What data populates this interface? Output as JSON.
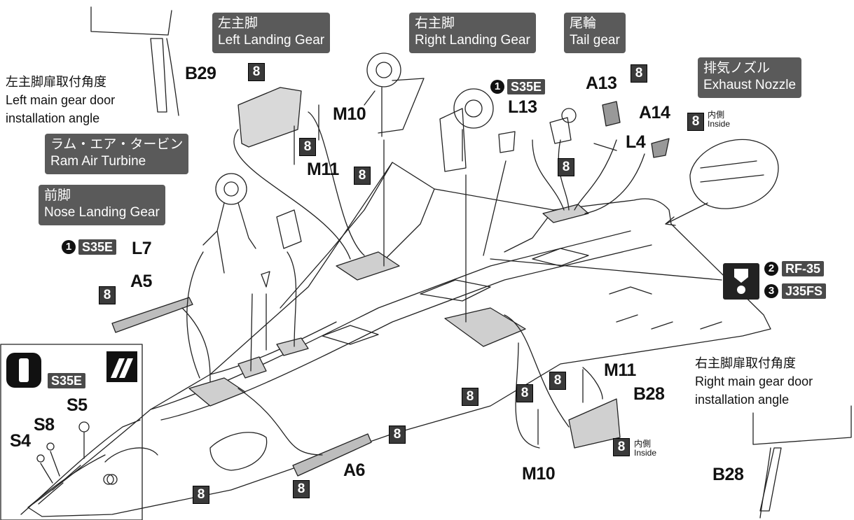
{
  "labels": {
    "left_landing_gear": {
      "jp": "左主脚",
      "en": "Left Landing Gear"
    },
    "right_landing_gear": {
      "jp": "右主脚",
      "en": "Right Landing Gear"
    },
    "tail_gear": {
      "jp": "尾輪",
      "en": "Tail gear"
    },
    "exhaust_nozzle": {
      "jp": "排気ノズル",
      "en": "Exhaust Nozzle"
    },
    "ram_air_turbine": {
      "jp": "ラム・エア・タービン",
      "en": "Ram Air Turbine"
    },
    "nose_landing_gear": {
      "jp": "前脚",
      "en": "Nose Landing Gear"
    }
  },
  "annotations": {
    "left_door_angle": {
      "jp": "左主脚扉取付角度",
      "en1": "Left main gear door",
      "en2": "installation angle"
    },
    "right_door_angle": {
      "jp": "右主脚扉取付角度",
      "en1": "Right main gear door",
      "en2": "installation angle"
    }
  },
  "parts": {
    "b29": "B29",
    "m10_top": "M10",
    "m11_top": "M11",
    "l13": "L13",
    "a13": "A13",
    "a14": "A14",
    "l4": "L4",
    "l7": "L7",
    "a5": "A5",
    "a6": "A6",
    "s5": "S5",
    "s8": "S8",
    "s4": "S4",
    "m11_bottom": "M11",
    "b28_main": "B28",
    "m10_bottom": "M10",
    "b28_detail": "B28"
  },
  "glue_mark": "8",
  "inside": {
    "jp": "内側",
    "en": "Inside"
  },
  "versions": {
    "s35e": "S35E",
    "rf35": "RF-35",
    "j35fs": "J35FS",
    "num1": "1",
    "num2": "2",
    "num3": "3"
  },
  "icons": [
    "version-1-icon",
    "drill-hole-icon",
    "decal-stripes-icon"
  ],
  "colors": {
    "label_bg": "#5a5a5a",
    "glue_bg": "#3a3a3a",
    "ink": "#111111"
  }
}
